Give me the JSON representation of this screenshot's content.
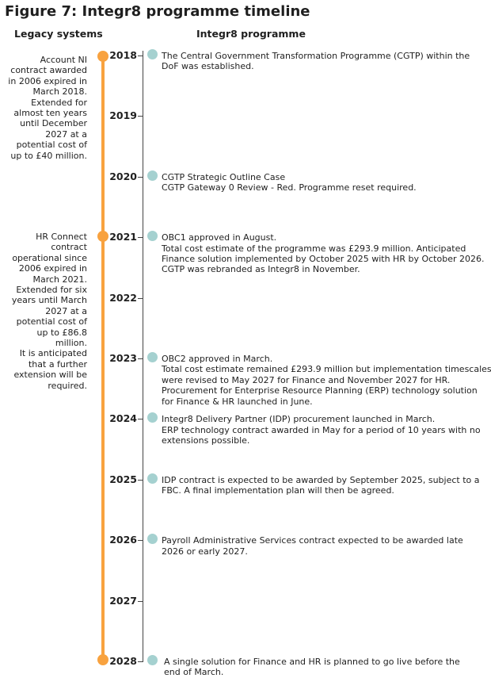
{
  "title": "Figure 7: Integr8 programme timeline",
  "headers": {
    "legacy": "Legacy systems",
    "programme": "Integr8 programme"
  },
  "legacy_notes": [
    {
      "lines": [
        "Account NI",
        "contract awarded",
        "in 2006 expired in",
        "March 2018.",
        "Extended for",
        "almost ten years",
        "until December",
        "2027 at a",
        "potential cost of",
        "up to £40 million."
      ]
    },
    {
      "lines": [
        "HR Connect",
        "contract",
        "operational since",
        "2006 expired in",
        "March 2021.",
        "Extended for six",
        "years until March",
        "2027 at a",
        "potential cost of",
        "up to £86.8",
        "million.",
        "It is anticipated",
        "that a further",
        "extension will be",
        "required."
      ]
    }
  ],
  "timeline": [
    {
      "year": "2018",
      "lines": [
        "The Central Government Transformation Programme (CGTP) within the",
        "DoF was established."
      ]
    },
    {
      "year": "2019",
      "lines": []
    },
    {
      "year": "2020",
      "lines": [
        "CGTP Strategic Outline Case",
        "CGTP Gateway 0 Review - Red.   Programme reset required."
      ]
    },
    {
      "year": "2021",
      "lines": [
        "OBC1 approved in August.",
        "Total cost estimate of the programme was £293.9 million.   Anticipated",
        "Finance solution implemented by October 2025 with HR by October 2026.",
        "CGTP was rebranded as Integr8 in November."
      ]
    },
    {
      "year": "2022",
      "lines": []
    },
    {
      "year": "2023",
      "lines": [
        "OBC2 approved in March.",
        "Total cost estimate remained £293.9 million but implementation timescales",
        "were revised to May 2027 for Finance and November 2027 for HR.",
        "Procurement for Enterprise Resource Planning (ERP) technology solution",
        "for Finance & HR launched in June."
      ]
    },
    {
      "year": "2024",
      "lines": [
        "Integr8 Delivery Partner (IDP) procurement launched in March.",
        "ERP technology contract awarded in May for a period of 10 years with no",
        "extensions possible."
      ]
    },
    {
      "year": "2025",
      "lines": [
        "IDP contract is expected to be awarded by September 2025, subject to a",
        "FBC.  A final implementation plan will then be agreed."
      ]
    },
    {
      "year": "2026",
      "lines": [
        "Payroll Administrative Services contract expected to be awarded late",
        "2026 or early 2027."
      ]
    },
    {
      "year": "2027",
      "lines": []
    },
    {
      "year": "2028",
      "lines": [
        "A single solution for Finance and HR is planned to go live before the",
        "end of March."
      ]
    }
  ],
  "colors": {
    "legacy_line": "#f8a23f",
    "event_dot": "#a5d1d0",
    "axis": "#444444"
  }
}
